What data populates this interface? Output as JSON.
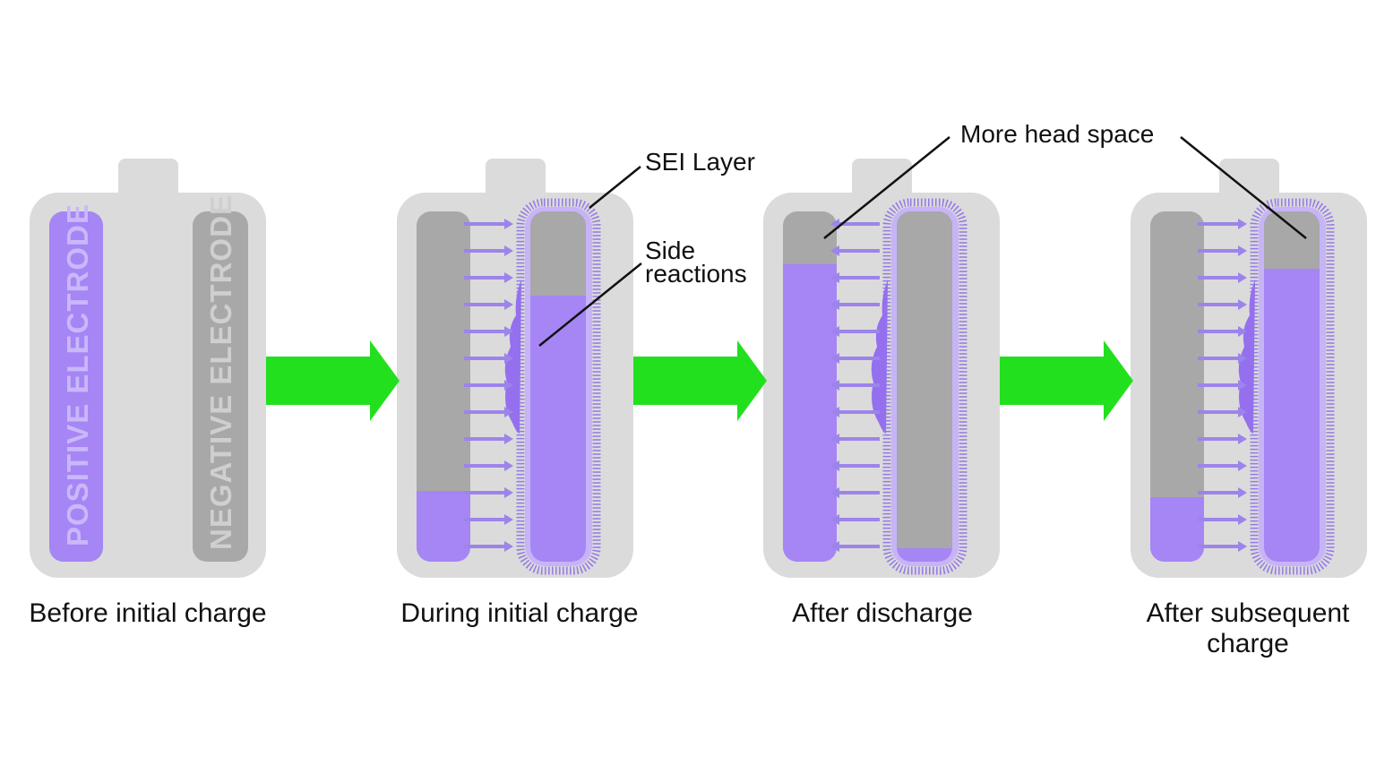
{
  "colors": {
    "body": "#dbdbdb",
    "grey": "#a8a8a8",
    "purple": "#a685f5",
    "ion_arrow": "#9c84ea",
    "flow_arrow": "#22e01e",
    "sei": "#9578e8"
  },
  "electrode_labels": {
    "positive": "POSITIVE ELECTRODE",
    "negative": "NEGATIVE ELECTRODE"
  },
  "callouts": {
    "sei": "SEI Layer",
    "side_1": "Side",
    "side_2": "reactions",
    "headspace": "More head space"
  },
  "stages": [
    {
      "caption": "Before initial charge"
    },
    {
      "caption": "During initial charge"
    },
    {
      "caption": "After discharge"
    },
    {
      "caption_1": "After subsequent",
      "caption_2": "charge"
    }
  ]
}
